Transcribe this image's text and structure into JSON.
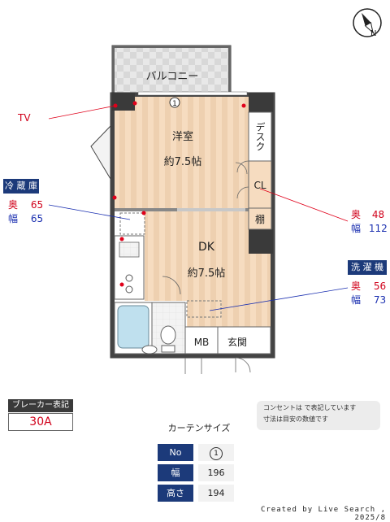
{
  "rooms": {
    "balcony": "バルコニー",
    "western_room": "洋室",
    "western_room_size": "約7.5帖",
    "dk": "DK",
    "dk_size": "約7.5帖",
    "desk": "デスク",
    "closet": "CL",
    "shelf": "棚",
    "mb": "MB",
    "entrance": "玄関"
  },
  "window_marker": "1",
  "callouts": {
    "tv": "TV",
    "fridge": {
      "title": "冷 蔵 庫",
      "depth_label": "奥",
      "depth": "65",
      "width_label": "幅",
      "width": "65"
    },
    "closet_dims": {
      "depth_label": "奥",
      "depth": "48",
      "width_label": "幅",
      "width": "112"
    },
    "washer": {
      "title": "洗 濯 機",
      "depth_label": "奥",
      "depth": "56",
      "width_label": "幅",
      "width": "73"
    }
  },
  "breaker": {
    "label": "ブレーカー表記",
    "value": "30A"
  },
  "notes": {
    "line1": "コンセントは  で表記しています",
    "line2": "寸法は目安の数値です"
  },
  "curtain": {
    "title": "カーテンサイズ",
    "rows": [
      {
        "label": "No",
        "value": "1"
      },
      {
        "label": "幅",
        "value": "196"
      },
      {
        "label": "高さ",
        "value": "194"
      }
    ]
  },
  "compass": "N",
  "footer": "Created by Live Search , 2025/8",
  "colors": {
    "callout_blue": "#1c3a7a",
    "depth_red": "#d0001a",
    "width_blue": "#1a2fb0",
    "outlet_red": "#e0001a",
    "floor_stripe_a": "#f6dcc0",
    "floor_stripe_b": "#eed0b0"
  }
}
